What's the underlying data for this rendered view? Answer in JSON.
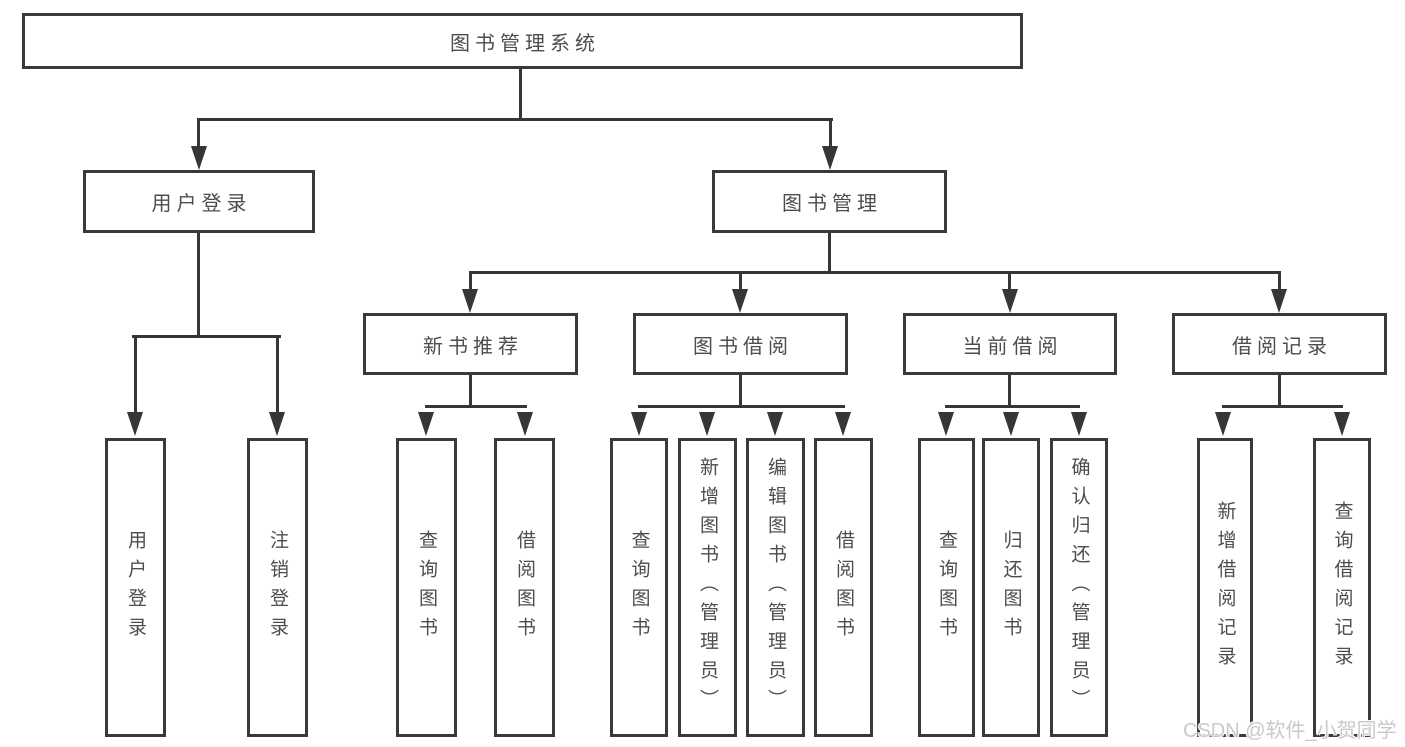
{
  "diagram": {
    "title": "图书管理系统",
    "root": {
      "label": "图书管理系统"
    },
    "level1": [
      {
        "label": "用户登录"
      },
      {
        "label": "图书管理"
      }
    ],
    "level2": [
      {
        "label": "新书推荐"
      },
      {
        "label": "图书借阅"
      },
      {
        "label": "当前借阅"
      },
      {
        "label": "借阅记录"
      }
    ],
    "leaves": {
      "user_login": [
        {
          "label": "用户登录"
        },
        {
          "label": "注销登录"
        }
      ],
      "new_books": [
        {
          "label": "查询图书"
        },
        {
          "label": "借阅图书"
        }
      ],
      "book_borrow": [
        {
          "label": "查询图书"
        },
        {
          "label": "新增图书（管理员）"
        },
        {
          "label": "编辑图书（管理员）"
        },
        {
          "label": "借阅图书"
        }
      ],
      "current_borrow": [
        {
          "label": "查询图书"
        },
        {
          "label": "归还图书"
        },
        {
          "label": "确认归还（管理员）"
        }
      ],
      "borrow_records": [
        {
          "label": "新增借阅记录"
        },
        {
          "label": "查询借阅记录"
        }
      ]
    },
    "colors": {
      "border": "#3a3a3a",
      "line": "#363636",
      "text": "#4d4d4d",
      "background": "#ffffff",
      "watermark_text": "#c9c9c9"
    },
    "watermark": "CSDN @软件_小贺同学"
  }
}
